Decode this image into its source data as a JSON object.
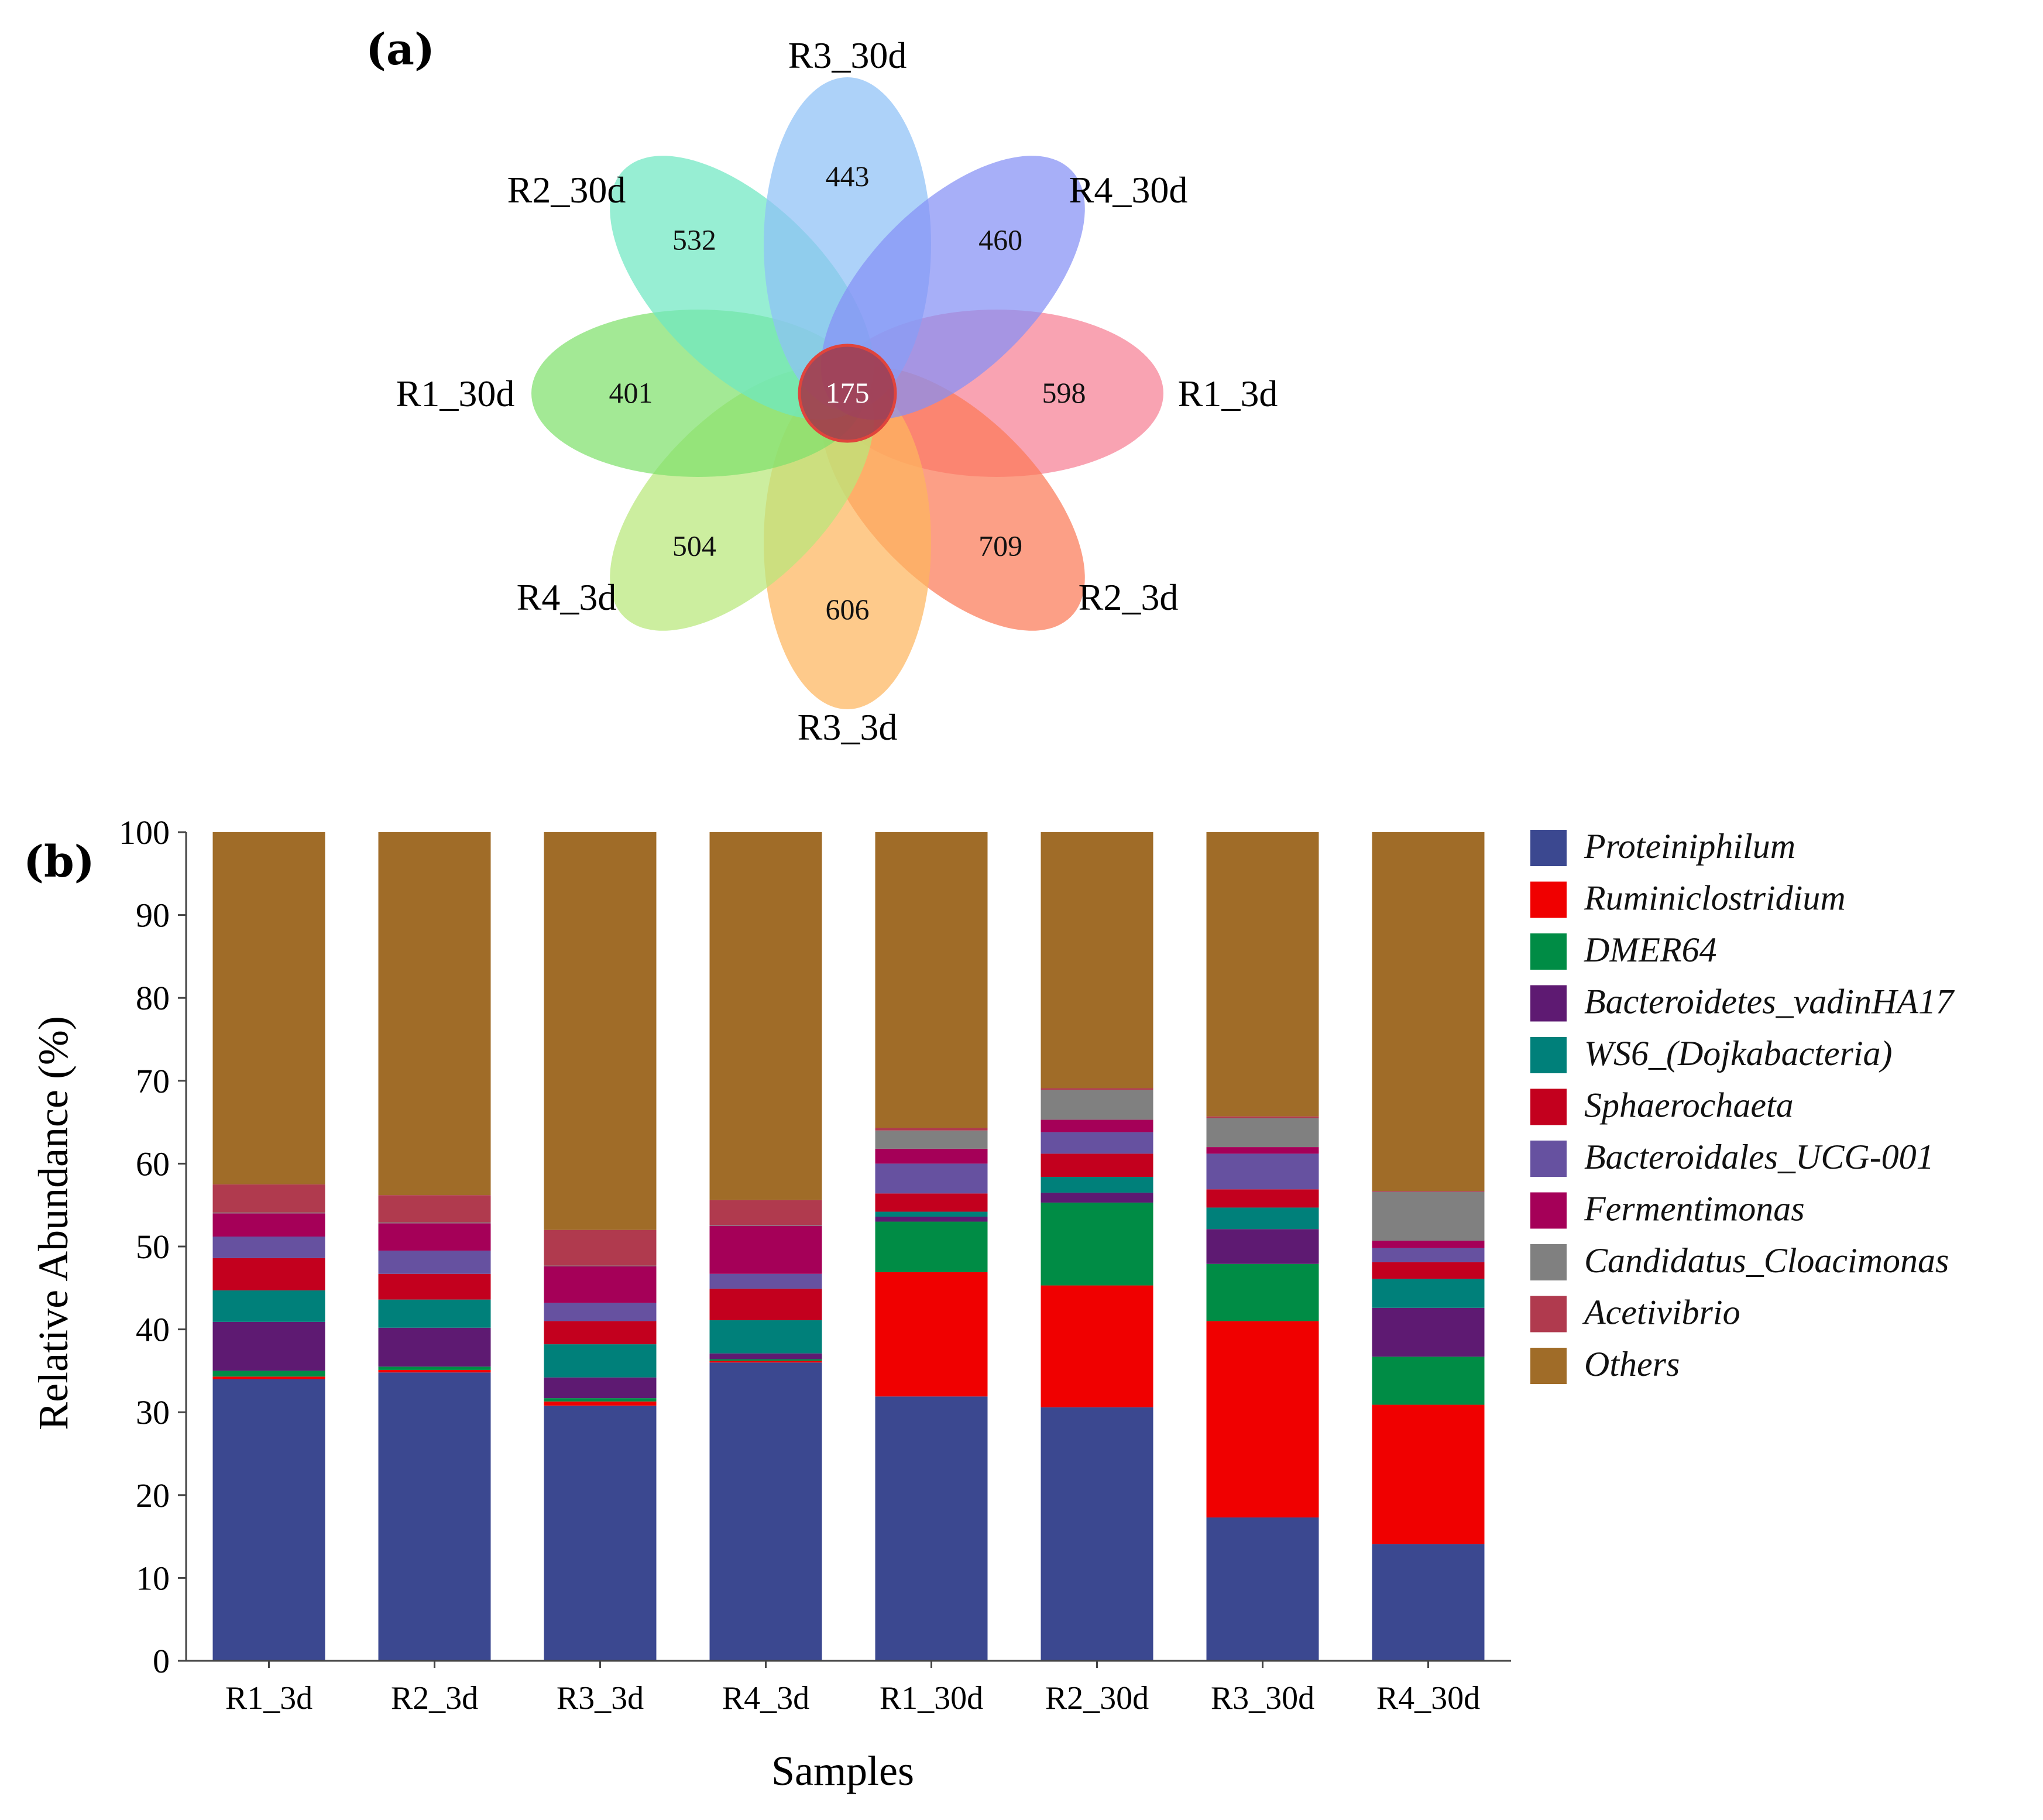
{
  "panels": {
    "a": "(a)",
    "b": "(b)"
  },
  "venn": {
    "core_count": "175",
    "core_color": "#a33a4a",
    "petals": [
      {
        "label": "R1_3d",
        "count": "598",
        "color": "#f77f94"
      },
      {
        "label": "R2_3d",
        "count": "709",
        "color": "#fb7a58"
      },
      {
        "label": "R3_3d",
        "count": "606",
        "color": "#fdb55e"
      },
      {
        "label": "R4_3d",
        "count": "504",
        "color": "#b9e87a"
      },
      {
        "label": "R1_30d",
        "count": "401",
        "color": "#7fe06c"
      },
      {
        "label": "R2_30d",
        "count": "532",
        "color": "#6fe8c2"
      },
      {
        "label": "R3_30d",
        "count": "443",
        "color": "#8dc1f7"
      },
      {
        "label": "R4_30d",
        "count": "460",
        "color": "#8590f5"
      }
    ]
  },
  "chart_data": {
    "type": "bar",
    "stacked": true,
    "title": "",
    "xlabel": "Samples",
    "ylabel": "Relative Abundance (%)",
    "ylim": [
      0,
      100
    ],
    "yticks": [
      0,
      10,
      20,
      30,
      40,
      50,
      60,
      70,
      80,
      90,
      100
    ],
    "grid": false,
    "legend_position": "right",
    "categories": [
      "R1_3d",
      "R2_3d",
      "R3_3d",
      "R4_3d",
      "R1_30d",
      "R2_30d",
      "R3_30d",
      "R4_30d"
    ],
    "series": [
      {
        "name": "Proteiniphilum",
        "color": "#3b4890",
        "values": [
          34.0,
          34.8,
          30.8,
          36.0,
          31.9,
          30.6,
          17.3,
          14.1
        ]
      },
      {
        "name": "Ruminiclostridium",
        "color": "#f00000",
        "values": [
          0.3,
          0.3,
          0.5,
          0.2,
          15.0,
          14.7,
          23.7,
          16.8
        ]
      },
      {
        "name": "DMER64",
        "color": "#008c45",
        "values": [
          0.7,
          0.4,
          0.4,
          0.2,
          6.1,
          10.0,
          6.9,
          5.8
        ]
      },
      {
        "name": "Bacteroidetes_vadinHA17",
        "color": "#5e1a72",
        "values": [
          5.9,
          4.7,
          2.5,
          0.7,
          0.6,
          1.2,
          4.2,
          5.9
        ]
      },
      {
        "name": "WS6_(Dojkabacteria)",
        "color": "#00807a",
        "values": [
          3.8,
          3.4,
          4.0,
          4.0,
          0.6,
          1.9,
          2.6,
          3.5
        ]
      },
      {
        "name": "Sphaerochaeta",
        "color": "#c3001e",
        "values": [
          3.9,
          3.1,
          2.8,
          3.8,
          2.2,
          2.8,
          2.2,
          2.0
        ]
      },
      {
        "name": "Bacteroidales_UCG-001",
        "color": "#6651a0",
        "values": [
          2.6,
          2.8,
          2.2,
          1.8,
          3.6,
          2.6,
          4.3,
          1.7
        ]
      },
      {
        "name": "Fermentimonas",
        "color": "#a50058",
        "values": [
          2.8,
          3.3,
          4.4,
          5.8,
          1.8,
          1.5,
          0.8,
          0.9
        ]
      },
      {
        "name": "Candidatus_Cloacimonas",
        "color": "#808080",
        "values": [
          0.1,
          0.1,
          0.1,
          0.1,
          2.2,
          3.6,
          3.5,
          5.9
        ]
      },
      {
        "name": "Acetivibrio",
        "color": "#b03a4e",
        "values": [
          3.4,
          3.3,
          4.3,
          3.0,
          0.3,
          0.2,
          0.2,
          0.1
        ]
      },
      {
        "name": "Others",
        "color": "#a06c28",
        "values": [
          42.5,
          43.8,
          48.0,
          44.4,
          35.7,
          30.9,
          34.3,
          43.3
        ]
      }
    ]
  }
}
